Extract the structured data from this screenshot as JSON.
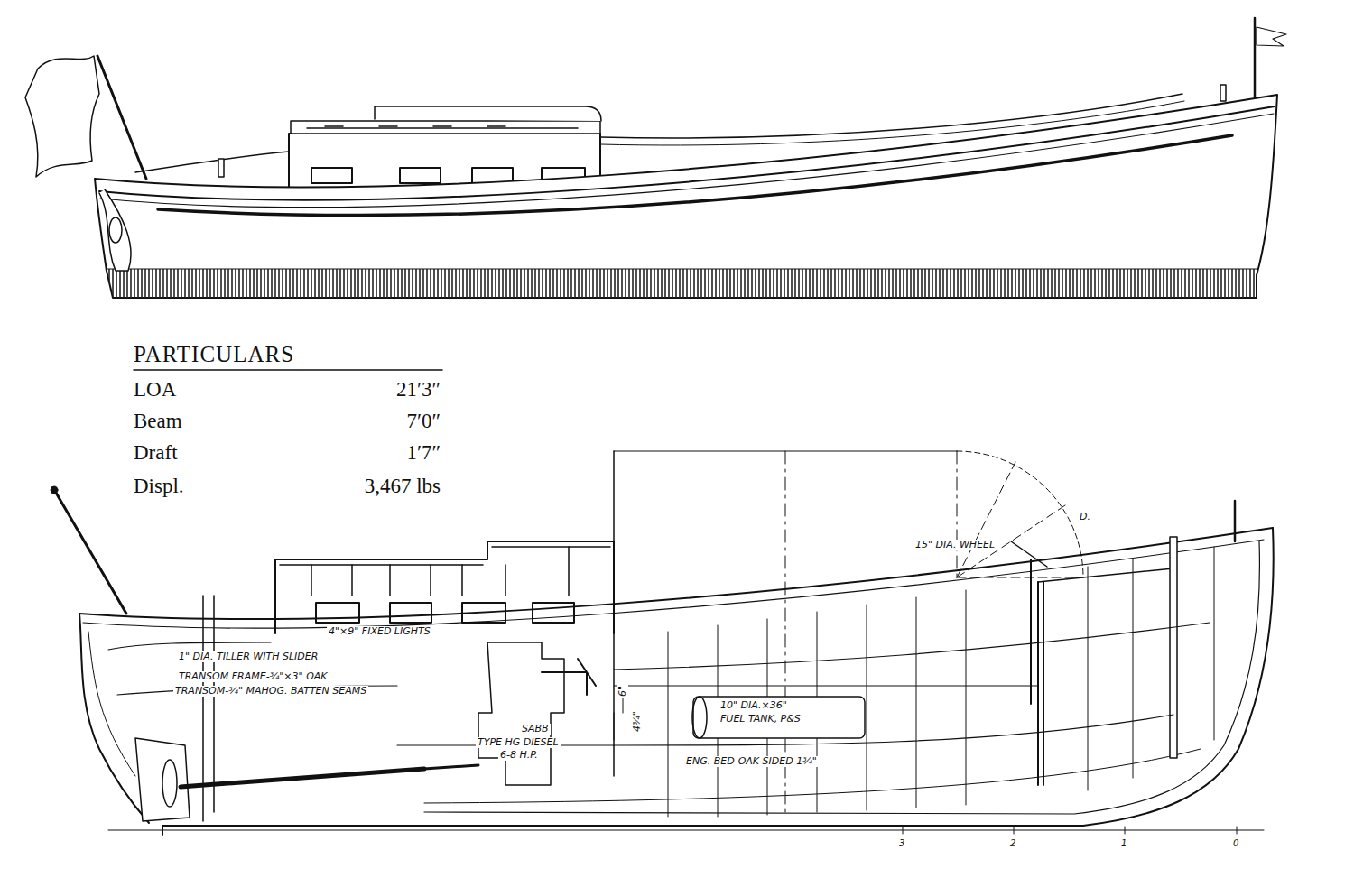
{
  "diagram": {
    "labels": [
      "PARTICULARS",
      "LOA",
      "21′3″",
      "Beam",
      "7′0″",
      "Draft",
      "1′7″",
      "Displ.",
      "3,467 lbs",
      "15\" DIA. WHEEL",
      "D.",
      "4\"×9\" FIXED LIGHTS",
      "1\" DIA. TILLER WITH SLIDER",
      "TRANSOM FRAME-¾\"×3\" OAK",
      "TRANSOM-¾\" MAHOG. BATTEN SEAMS",
      "SABB",
      "TYPE HG DIESEL",
      "6-8 H.P.",
      "10\" DIA.×36\"",
      "FUEL TANK, P&S",
      "ENG. BED-OAK SIDED 1¾\"",
      "6\"",
      "4¾\"",
      "3",
      "2",
      "1",
      "0"
    ]
  }
}
